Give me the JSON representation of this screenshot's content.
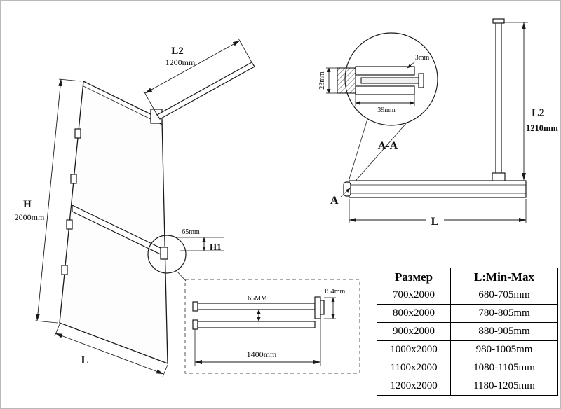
{
  "main_view": {
    "h_label": "H",
    "h_value": "2000mm",
    "l2_label": "L2",
    "l2_value": "1200mm",
    "l_label": "L",
    "h1_label": "H1",
    "offset_value": "65mm"
  },
  "detail_aa": {
    "title": "A-A",
    "dim_gap": "3mm",
    "dim_height": "23mm",
    "dim_depth": "39mm"
  },
  "side_view": {
    "l2_label": "L2",
    "l2_value": "1210mm",
    "section_label": "A",
    "l_label": "L"
  },
  "bar_detail": {
    "dim_offset": "65MM",
    "dim_bracket": "154mm",
    "dim_length": "1400mm"
  },
  "size_table": {
    "headers": [
      "Размер",
      "L:Min-Max"
    ],
    "rows": [
      [
        "700x2000",
        "680-705mm"
      ],
      [
        "800x2000",
        "780-805mm"
      ],
      [
        "900x2000",
        "880-905mm"
      ],
      [
        "1000x2000",
        "980-1005mm"
      ],
      [
        "1100x2000",
        "1080-1105mm"
      ],
      [
        "1200x2000",
        "1180-1205mm"
      ]
    ]
  }
}
